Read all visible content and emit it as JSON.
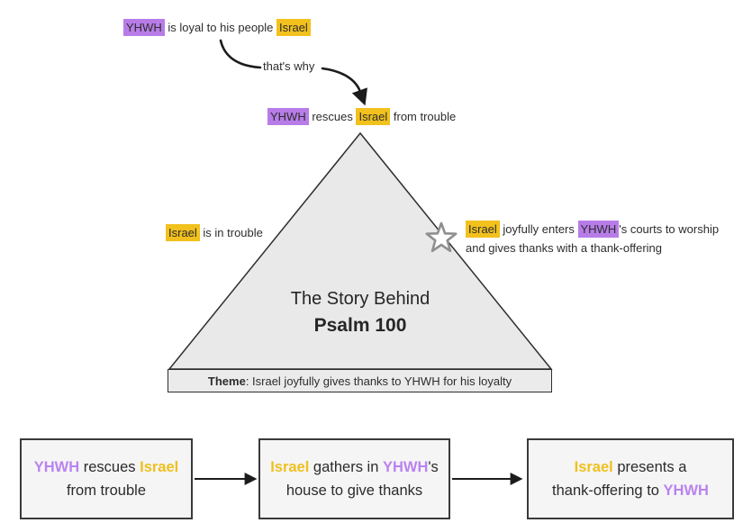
{
  "colors": {
    "highlight-purple": "#b87ce8",
    "highlight-gold": "#f2c11d",
    "text-purple": "#b983f0",
    "text-gold": "#efc01f",
    "ink": "#2d2d2d",
    "arrow": "#1c1c1c",
    "triangle-fill": "#e9e9e9",
    "triangle-stroke": "#2e2e2e",
    "box-fill": "#f5f5f5",
    "box-border": "#3a3a3a",
    "theme-fill": "#ebebeb",
    "star-stroke": "#8f8f8f"
  },
  "icons": {
    "milestone_star": "star-outline-icon"
  },
  "top_statement": {
    "yhwh": "YHWH",
    "mid": " is loyal to his people ",
    "israel": "Israel"
  },
  "connector": {
    "label": "that's why"
  },
  "apex_statement": {
    "yhwh": "YHWH",
    "mid": " rescues ",
    "israel": "Israel",
    "tail": " from trouble"
  },
  "left_label": {
    "israel": "Israel",
    "tail": " is in trouble"
  },
  "right_label": {
    "israel": "Israel",
    "mid": " joyfully enters ",
    "yhwh": "YHWH",
    "tail1": "'s courts to worship",
    "tail2": "and gives thanks with a thank-offering"
  },
  "triangle": {
    "title_line1": "The Story Behind",
    "title_line2": "Psalm 100"
  },
  "theme": {
    "label": "Theme",
    "text": ": Israel joyfully gives thanks to YHWH for his loyalty"
  },
  "flow": {
    "box1": {
      "yhwh": "YHWH",
      "mid": " rescues ",
      "israel": "Israel",
      "line2": "from trouble"
    },
    "box2": {
      "israel": "Israel",
      "mid": " gathers in ",
      "yhwh": "YHWH",
      "suffix": "'s",
      "line2": "house to give thanks"
    },
    "box3": {
      "israel": "Israel",
      "line1_tail": " presents a",
      "line2_head": "thank-offering to ",
      "yhwh": "YHWH"
    }
  }
}
